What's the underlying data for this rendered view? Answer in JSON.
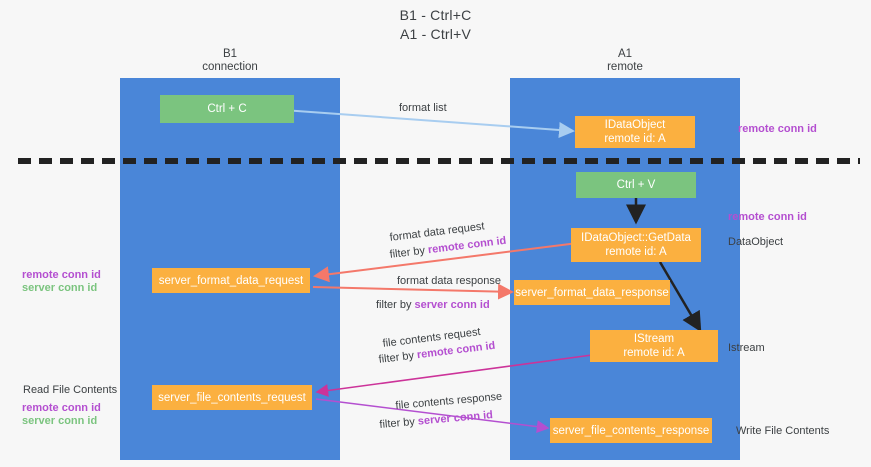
{
  "title": {
    "line1": "B1 - Ctrl+C",
    "line2": "A1 - Ctrl+V"
  },
  "colors": {
    "lane": "#4a86d8",
    "green_box": "#7bc47f",
    "orange_box": "#fbb040",
    "purple_text": "#b44fd0",
    "green_text": "#7bc47f",
    "blue_arrow": "#a8cdf0",
    "red_arrow": "#f4786a",
    "magenta_arrow": "#cc3399",
    "violet_arrow": "#b44fd0",
    "black_arrow": "#222222",
    "background": "#f7f7f7"
  },
  "lanes": [
    {
      "id": "b1",
      "line1": "B1",
      "line2": "connection"
    },
    {
      "id": "a1",
      "line1": "A1",
      "line2": "remote"
    }
  ],
  "boxes": {
    "ctrl_c": {
      "label": "Ctrl + C"
    },
    "data_object_top": {
      "line1": "IDataObject",
      "line2": "remote id: A"
    },
    "ctrl_v": {
      "label": "Ctrl + V"
    },
    "get_data": {
      "line1": "IDataObject::GetData",
      "line2": "remote id: A"
    },
    "server_format_data_request": {
      "label": "server_format_data_request"
    },
    "server_format_data_response": {
      "label": "server_format_data_response"
    },
    "istream": {
      "line1": "IStream",
      "line2": "remote id: A"
    },
    "server_file_contents_request": {
      "label": "server_file_contents_request"
    },
    "server_file_contents_response": {
      "label": "server_file_contents_response"
    }
  },
  "edge_labels": {
    "format_list": "format list",
    "format_data_request": "format data request",
    "format_data_request_filter_prefix": "filter by ",
    "format_data_request_filter_key": "remote conn id",
    "format_data_response": "format data response",
    "format_data_response_filter_prefix": "filter by ",
    "format_data_response_filter_key": "server conn id",
    "file_contents_request": "file contents request",
    "file_contents_request_filter_prefix": "filter by ",
    "file_contents_request_filter_key": "remote conn id",
    "file_contents_response": "file contents response",
    "file_contents_response_filter_prefix": "filter by ",
    "file_contents_response_filter_key": "server conn id"
  },
  "side_labels": {
    "right_remote_conn_id_top": "remote conn id",
    "right_remote_conn_id_mid": "remote conn id",
    "right_dataobject": "DataObject",
    "right_istream": "Istream",
    "right_write_file_contents": "Write File Contents",
    "left_remote_conn_id": "remote conn id",
    "left_server_conn_id": "server conn id",
    "left_read_file_contents": "Read File Contents",
    "left_remote_conn_id_2": "remote conn id",
    "left_server_conn_id_2": "server conn id"
  }
}
